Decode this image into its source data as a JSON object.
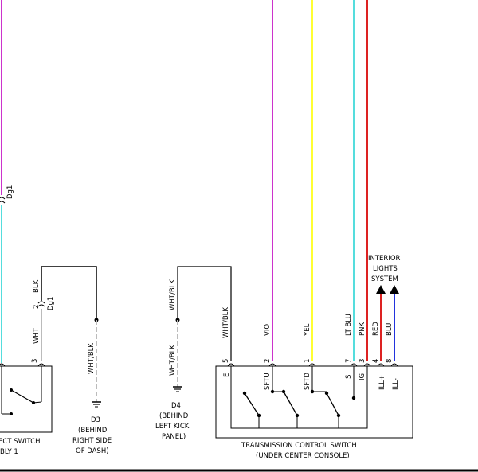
{
  "wire_colors": {
    "vio": "#cc33cc",
    "yel": "#ffff33",
    "lt_blu": "#55dddd",
    "red": "#dd2222",
    "blu": "#2233dd",
    "gray": "#bbbbbb",
    "black": "#000000"
  },
  "left_switch": {
    "connector": "Dg1",
    "connector_lower": "Dg1",
    "wires": {
      "blk": "BLK",
      "wht": "WHT"
    },
    "pins": {
      "p2": "2",
      "p3": "3"
    },
    "label_line1": "ECT SWITCH",
    "label_line2": "BLY 1"
  },
  "ground_d3": {
    "wire_label": "WHT/BLK",
    "id": "D3",
    "line1": "(BEHIND",
    "line2": "RIGHT SIDE",
    "line3": "OF DASH)"
  },
  "ground_d4": {
    "wire_label_upper": "WHT/BLK",
    "wire_label_lower": "WHT/BLK",
    "id": "D4",
    "line1": "(BEHIND",
    "line2": "LEFT KICK",
    "line3": "PANEL)"
  },
  "tcs": {
    "wires": [
      {
        "color": "WHT/BLK",
        "pin": "5",
        "terminal": "E"
      },
      {
        "color": "VIO",
        "pin": "2",
        "terminal": "SFTU"
      },
      {
        "color": "YEL",
        "pin": "1",
        "terminal": "SFTD"
      },
      {
        "color": "LT BLU",
        "pin": "7",
        "terminal": "S"
      },
      {
        "color": "PNK",
        "pin": "3",
        "terminal": "IG"
      },
      {
        "color": "RED",
        "pin": "4",
        "terminal": "ILL+"
      },
      {
        "color": "BLU",
        "pin": "8",
        "terminal": "ILL-"
      }
    ],
    "label_line1": "TRANSMISSION CONTROL SWITCH",
    "label_line2": "(UNDER CENTER CONSOLE)"
  },
  "interior_lights": {
    "line1": "INTERIOR",
    "line2": "LIGHTS",
    "line3": "SYSTEM"
  }
}
